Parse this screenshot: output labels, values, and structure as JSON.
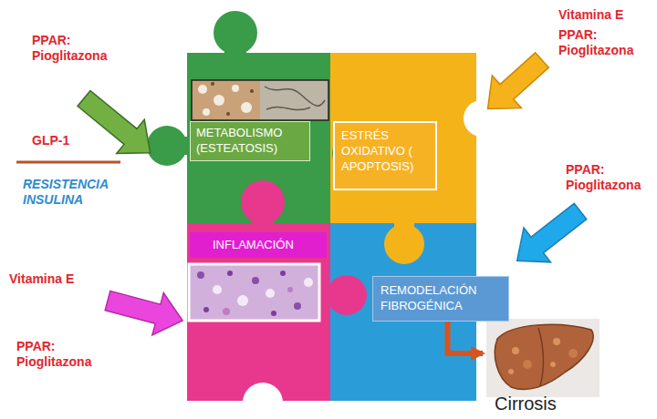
{
  "diagram": {
    "nodes": [
      {
        "text": [
          "METABOLISMO (ESTEATOSIS)"
        ]
      },
      {
        "text": [
          "ESTRÉS OXIDATIVO ( APOPTOSIS)"
        ]
      },
      {
        "text": [
          "INFLAMACIÓN"
        ]
      },
      {
        "text": [
          "REMODELACIÓN FIBROGÉNICA"
        ]
      },
      {
        "text": [
          "Cirrosis"
        ]
      }
    ],
    "edges": [
      {
        "from": 3,
        "to": 4,
        "arrow": "to"
      }
    ],
    "labels": [
      "PPAR: Pioglitazona",
      "GLP-1",
      "RESISTENCIA INSULINA",
      "Vitamina E",
      "PPAR: Pioglitazona",
      "PPAR: Pioglitazona",
      "Vitamina E",
      "PPAR: Pioglitazona"
    ]
  }
}
